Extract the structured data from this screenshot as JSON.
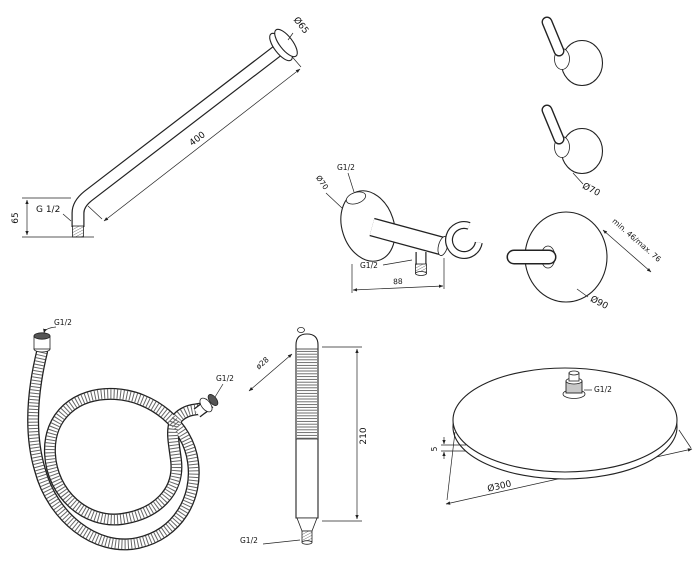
{
  "colors": {
    "line": "#222222",
    "background": "#ffffff"
  },
  "drawing": {
    "shower_arm": {
      "flange_diameter": "Ø65",
      "length": "400",
      "drop_height": "65",
      "thread": "G 1/2"
    },
    "wall_elbow": {
      "inlet_thread": "G1/2",
      "flange_diameter": "Ø70",
      "outlet_thread": "G1/2",
      "length": "88"
    },
    "shutoff_valve": {
      "flange_diameter": "Ø70"
    },
    "thermostat": {
      "flange_diameter": "Ø90",
      "install_depth": "min. 46/max. 76"
    },
    "hose": {
      "end_thread_a": "G1/2",
      "end_thread_b": "G1/2"
    },
    "hand_shower": {
      "diameter": "ø28",
      "length": "210",
      "thread": "G1/2"
    },
    "head_shower": {
      "thread": "G1/2",
      "rim_thickness": "5",
      "diameter": "Ø300"
    }
  }
}
